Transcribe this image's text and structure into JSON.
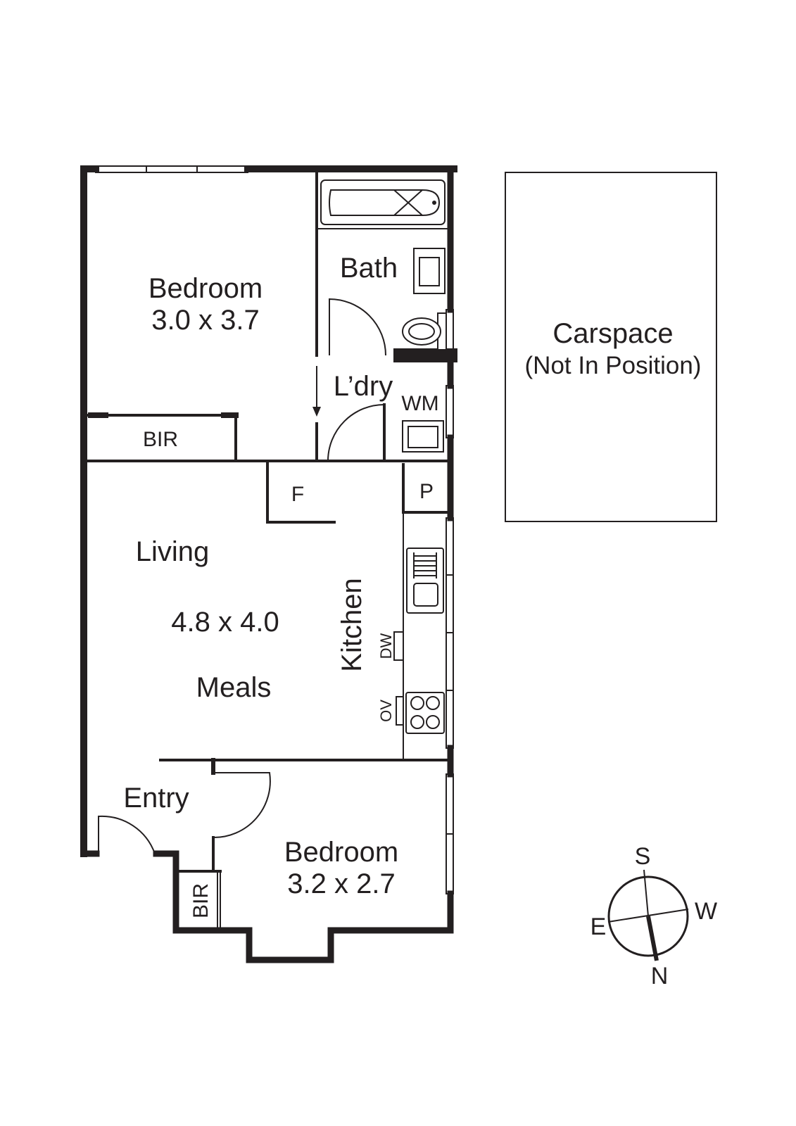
{
  "rooms": {
    "bedroom1": {
      "name": "Bedroom",
      "size": "3.0 x 3.7"
    },
    "bath": {
      "name": "Bath"
    },
    "laundry": {
      "name": "L’dry"
    },
    "wm": {
      "name": "WM"
    },
    "bir1": {
      "name": "BIR"
    },
    "fridge": {
      "name": "F"
    },
    "pantry": {
      "name": "P"
    },
    "living": {
      "name": "Living",
      "size": "4.8 x 4.0",
      "secondary": "Meals"
    },
    "kitchen": {
      "name": "Kitchen"
    },
    "dw": {
      "name": "DW"
    },
    "ov": {
      "name": "OV"
    },
    "entry": {
      "name": "Entry"
    },
    "bedroom2": {
      "name": "Bedroom",
      "size": "3.2 x 2.7"
    },
    "bir2": {
      "name": "BIR"
    }
  },
  "carspace": {
    "name": "Carspace",
    "note": "(Not In Position)"
  },
  "compass": {
    "north": "N",
    "south": "S",
    "east": "E",
    "west": "W"
  },
  "colors": {
    "ink": "#231f20",
    "background": "#ffffff"
  }
}
